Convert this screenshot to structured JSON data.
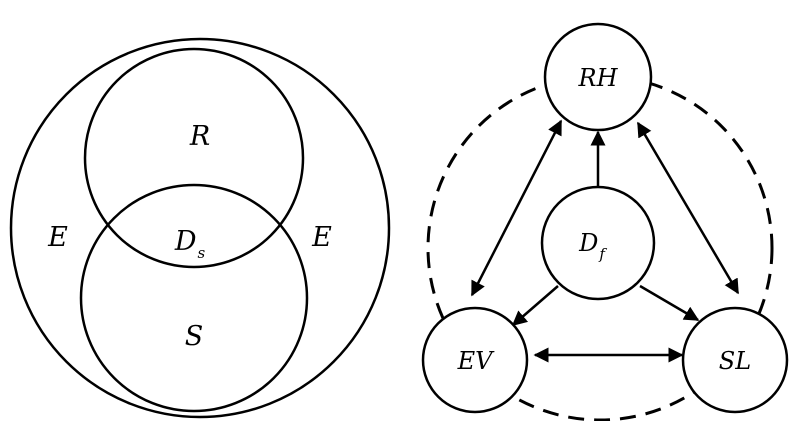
{
  "venn": {
    "outer_label_left": "E",
    "outer_label_right": "E",
    "top_label": "R",
    "bottom_label": "S",
    "center_label": "D",
    "center_label_sub": "s"
  },
  "network": {
    "nodes": {
      "top": "RH",
      "center": "D",
      "center_sub": "f",
      "left": "EV",
      "right": "SL"
    }
  }
}
